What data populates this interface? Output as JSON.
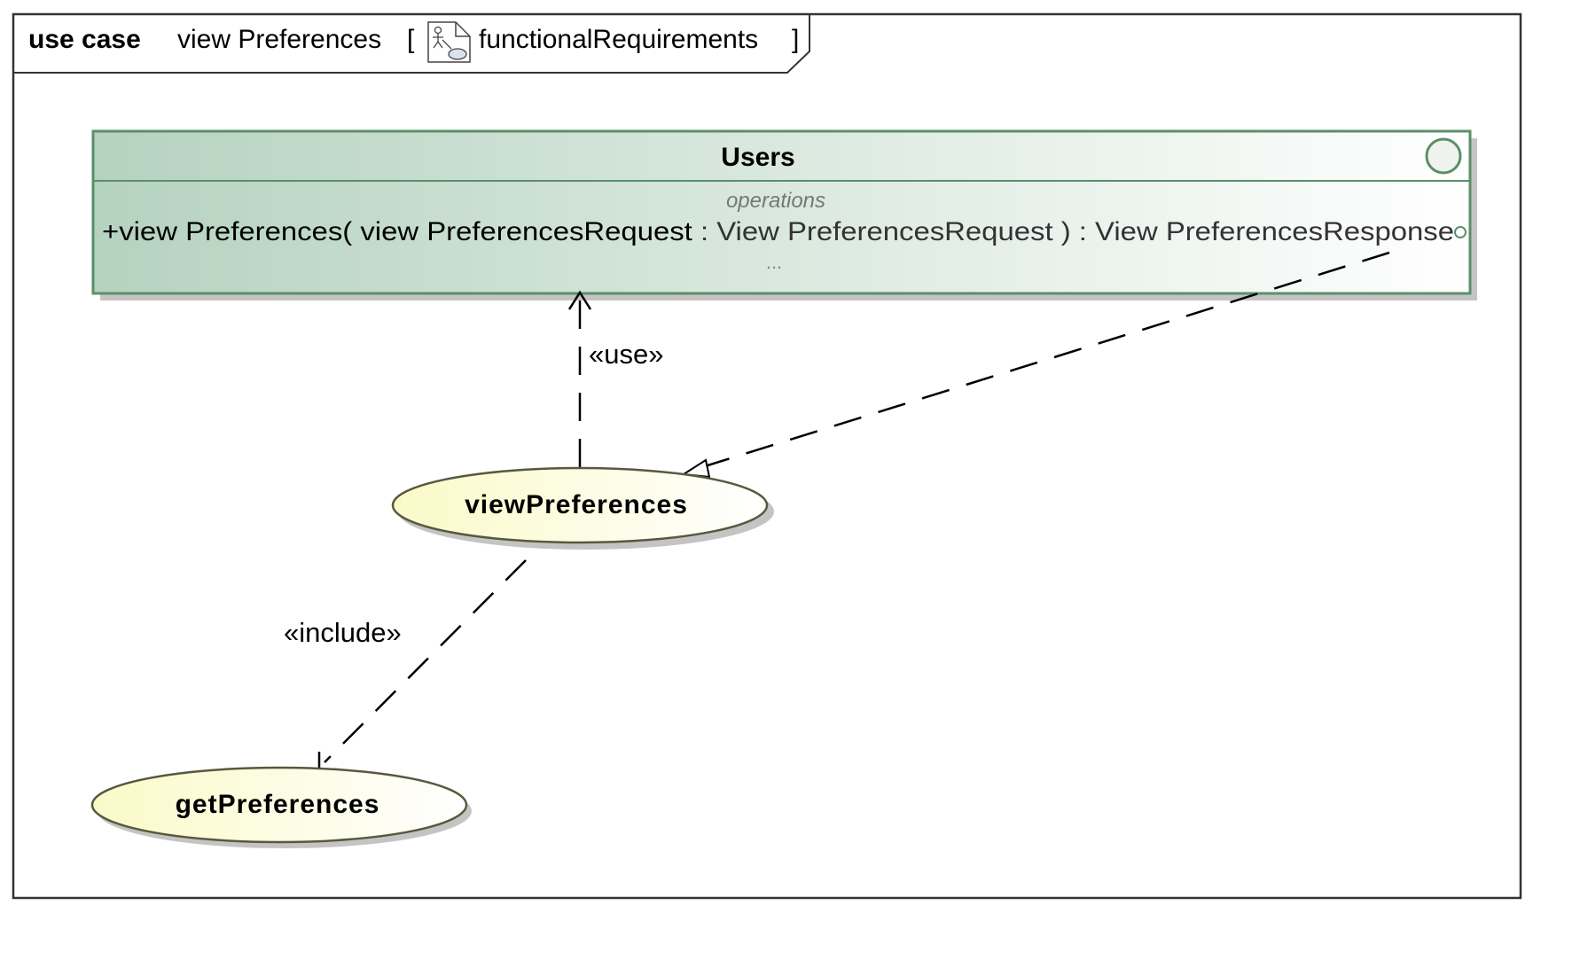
{
  "frame": {
    "keyword": "use case",
    "name": "view Preferences",
    "open_bracket": "[",
    "diagram_type_icon": "use-case-diagram-icon",
    "diagram_type": "functionalRequirements",
    "close_bracket": "]"
  },
  "interface_block": {
    "name": "Users",
    "compartment_label": "operations",
    "operation": {
      "signature": "+view Preferences( view PreferencesRequest",
      "types": " : View PreferencesRequest ) : View PreferencesResponse"
    },
    "more": "...",
    "interface_icon": "interface-circle-icon",
    "fill_gradient": [
      "#b5d2bf",
      "#ffffff"
    ],
    "border_color": "#5b8f68"
  },
  "use_cases": [
    {
      "id": "viewPreferences",
      "name": "viewPreferences"
    },
    {
      "id": "getPreferences",
      "name": "getPreferences"
    }
  ],
  "relationships": [
    {
      "type": "usage",
      "from": "viewPreferences",
      "to": "Users",
      "stereotype": "«use»"
    },
    {
      "type": "realization",
      "from": "Users",
      "to": "viewPreferences",
      "stereotype": ""
    },
    {
      "type": "include",
      "from": "viewPreferences",
      "to": "getPreferences",
      "stereotype": "«include»"
    }
  ],
  "colors": {
    "use_case_fill": [
      "#fafac8",
      "#ffffff"
    ],
    "use_case_border": "#59583e",
    "frame_border": "#333333",
    "shadow": "#c4c4c4"
  }
}
